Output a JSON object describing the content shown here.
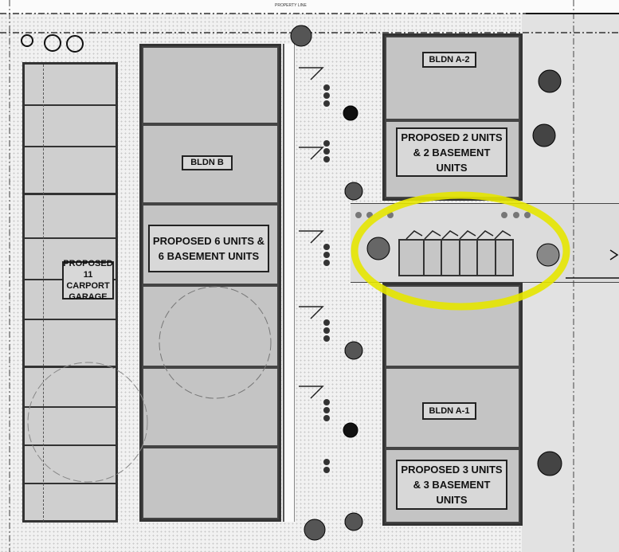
{
  "annotations": {
    "property_line": "PROPERTY LINE"
  },
  "buildings": {
    "carport": {
      "label": "PROPOSED 11 CARPORT GARAGE",
      "stalls": 11
    },
    "bldn_b": {
      "name": "BLDN B",
      "label": "PROPOSED 6 UNITS & 6 BASEMENT UNITS"
    },
    "bldn_a2": {
      "name": "BLDN A-2",
      "label": "PROPOSED 2 UNITS & 2 BASEMENT UNITS"
    },
    "bldn_a1": {
      "name": "BLDN A-1",
      "label": "PROPOSED 3 UNITS & 3 BASEMENT UNITS"
    }
  },
  "highlight": {
    "color": "#e6e600",
    "subject": "bike-shelter-courtyard"
  }
}
